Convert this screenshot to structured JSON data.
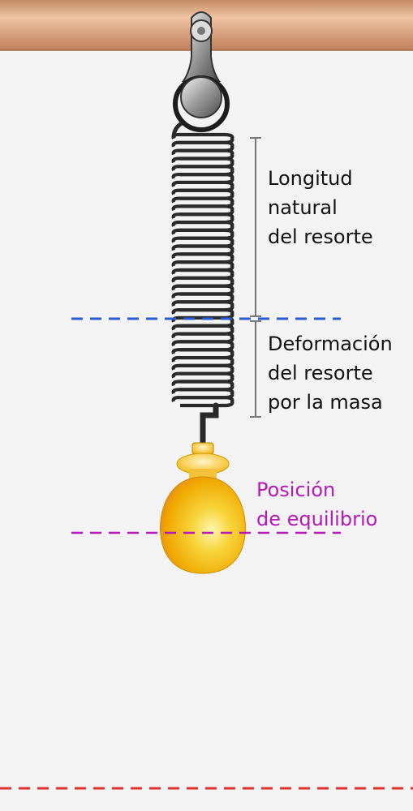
{
  "labels": {
    "natural_length": [
      "Longitud",
      "natural",
      "del resorte"
    ],
    "deformation": [
      "Deformación",
      "del resorte",
      "por la masa"
    ],
    "equilibrium": [
      "Posición",
      "de equilibrio"
    ]
  },
  "colors": {
    "bar": "#d9a27f",
    "background": "#f3f3f3",
    "spring": "#2a2a2a",
    "natural_line": "#2a5bd7",
    "equilibrium_line": "#b51ab8",
    "equilibrium_text": "#b51ab8",
    "bottom_line": "#e03030",
    "bracket": "#777777",
    "mass": "#f2b400"
  }
}
